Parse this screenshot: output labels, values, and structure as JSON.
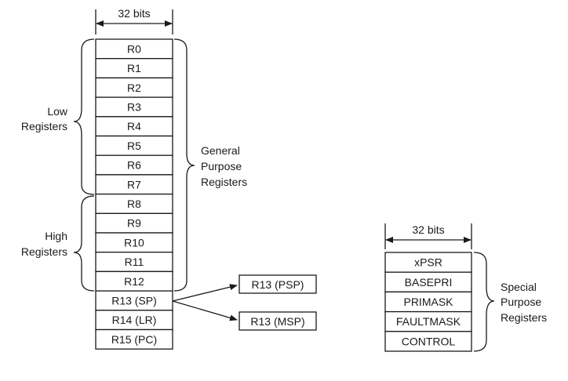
{
  "main_registers": {
    "width_label": "32 bits",
    "items": [
      "R0",
      "R1",
      "R2",
      "R3",
      "R4",
      "R5",
      "R6",
      "R7",
      "R8",
      "R9",
      "R10",
      "R11",
      "R12",
      "R13 (SP)",
      "R14 (LR)",
      "R15 (PC)"
    ]
  },
  "group_labels": {
    "low": [
      "Low",
      "Registers"
    ],
    "high": [
      "High",
      "Registers"
    ],
    "general": [
      "General",
      "Purpose",
      "Registers"
    ],
    "special": [
      "Special",
      "Purpose",
      "Registers"
    ]
  },
  "stack_pointers": {
    "psp": "R13 (PSP)",
    "msp": "R13 (MSP)"
  },
  "special_registers": {
    "width_label": "32 bits",
    "items": [
      "xPSR",
      "BASEPRI",
      "PRIMASK",
      "FAULTMASK",
      "CONTROL"
    ]
  }
}
